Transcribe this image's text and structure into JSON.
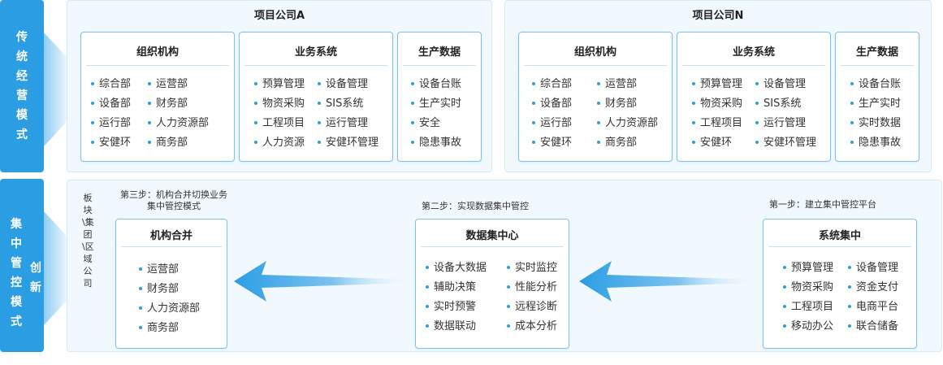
{
  "top_label": "传统经营模式",
  "bottom_label_main": "集中管控模式",
  "bottom_label_sub": "创新",
  "company_a": {
    "title": "项目公司A",
    "org": {
      "title": "组织机构",
      "col1": [
        "综合部",
        "设备部",
        "运行部",
        "安健环"
      ],
      "col2": [
        "运营部",
        "财务部",
        "人力资源部",
        "商务部"
      ]
    },
    "biz": {
      "title": "业务系统",
      "col1": [
        "预算管理",
        "物资采购",
        "工程项目",
        "人力资源"
      ],
      "col2": [
        "设备管理",
        "SIS系统",
        "运行管理",
        "安健环管理"
      ]
    },
    "prod": {
      "title": "生产数据",
      "col1": [
        "设备台账",
        "生产实时",
        "安全",
        "隐患事故"
      ]
    }
  },
  "company_n": {
    "title": "项目公司N",
    "org": {
      "title": "组织机构",
      "col1": [
        "综合部",
        "设备部",
        "运行部",
        "安健环"
      ],
      "col2": [
        "运营部",
        "财务部",
        "人力资源部",
        "商务部"
      ]
    },
    "biz": {
      "title": "业务系统",
      "col1": [
        "预算管理",
        "物资采购",
        "工程项目",
        "安健环"
      ],
      "col2": [
        "设备管理",
        "SIS系统",
        "运行管理",
        "安健环管理"
      ]
    },
    "prod": {
      "title": "生产数据",
      "col1": [
        "设备台账",
        "生产实时",
        "实时数据",
        "隐患事故"
      ]
    }
  },
  "vertical_text": "板块\\集团\\区域公司",
  "step3": {
    "line1": "第三步：机构合并切换业务",
    "line2": "集中管控模式"
  },
  "step2": "第二步：实现数据集中管控",
  "step1": "第一步：建立集中管控平台",
  "merge": {
    "title": "机构合并",
    "col1": [
      "运营部",
      "财务部",
      "人力资源部",
      "商务部"
    ]
  },
  "data_center": {
    "title": "数据集中心",
    "col1": [
      "设备大数据",
      "辅助决策",
      "实时预警",
      "数据联动"
    ],
    "col2": [
      "实时监控",
      "性能分析",
      "远程诊断",
      "成本分析"
    ]
  },
  "system": {
    "title": "系统集中",
    "col1": [
      "预算管理",
      "物资采购",
      "工程项目",
      "移动办公"
    ],
    "col2": [
      "设备管理",
      "资金支付",
      "电商平台",
      "联合储备"
    ]
  },
  "colors": {
    "accent": "#2b9de3",
    "panel_bg": "#f2f9fe",
    "card_border": "#7cc2f0"
  }
}
